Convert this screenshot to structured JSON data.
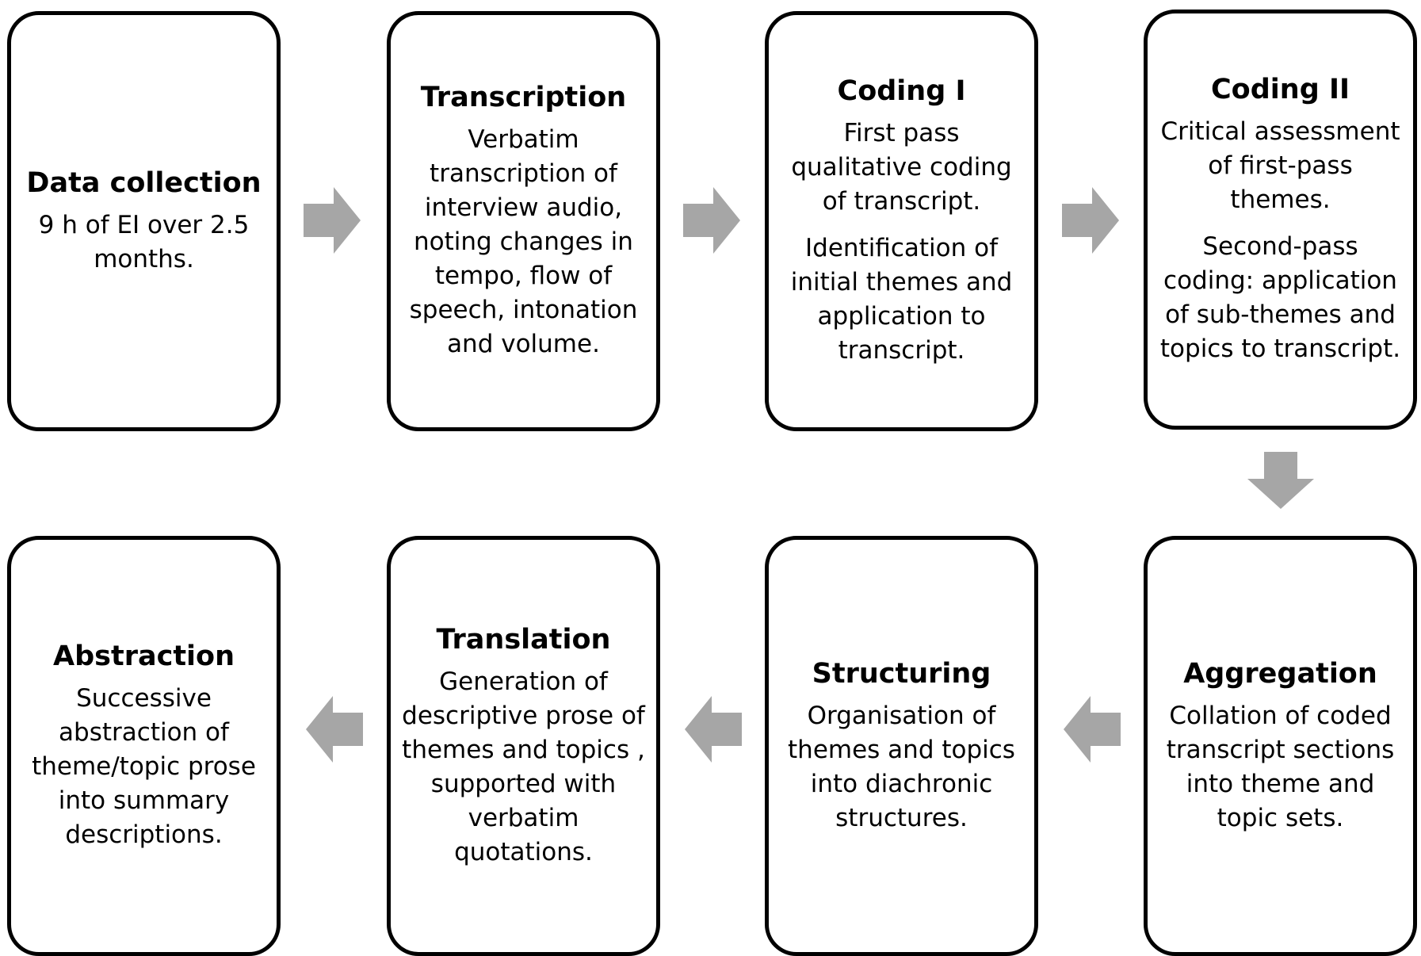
{
  "steps": [
    {
      "id": "data-collection",
      "title": "Data collection",
      "paragraphs": [
        "9 h of EI over 2.5 months."
      ]
    },
    {
      "id": "transcription",
      "title": "Transcription",
      "paragraphs": [
        "Verbatim transcription of interview audio, noting  changes in tempo, flow of speech, intonation and volume."
      ]
    },
    {
      "id": "coding-1",
      "title": "Coding I",
      "paragraphs": [
        "First pass qualitative coding of transcript.",
        "Identification of initial themes and application to transcript."
      ]
    },
    {
      "id": "coding-2",
      "title": "Coding II",
      "paragraphs": [
        "Critical assessment of first-pass themes.",
        "Second-pass coding: application of sub-themes and topics to transcript."
      ]
    },
    {
      "id": "aggregation",
      "title": "Aggregation",
      "paragraphs": [
        "Collation of coded transcript sections into theme and topic sets."
      ]
    },
    {
      "id": "structuring",
      "title": "Structuring",
      "paragraphs": [
        "Organisation of themes and topics into diachronic structures."
      ]
    },
    {
      "id": "translation",
      "title": "Translation",
      "paragraphs": [
        "Generation of descriptive  prose of themes and topics , supported with verbatim quotations."
      ]
    },
    {
      "id": "abstraction",
      "title": "Abstraction",
      "paragraphs": [
        "Successive abstraction of theme/topic prose into summary descriptions."
      ]
    }
  ],
  "colors": {
    "box_border": "#000000",
    "box_fill": "#ffffff",
    "arrow": "#a6a6a6",
    "text": "#000000"
  }
}
